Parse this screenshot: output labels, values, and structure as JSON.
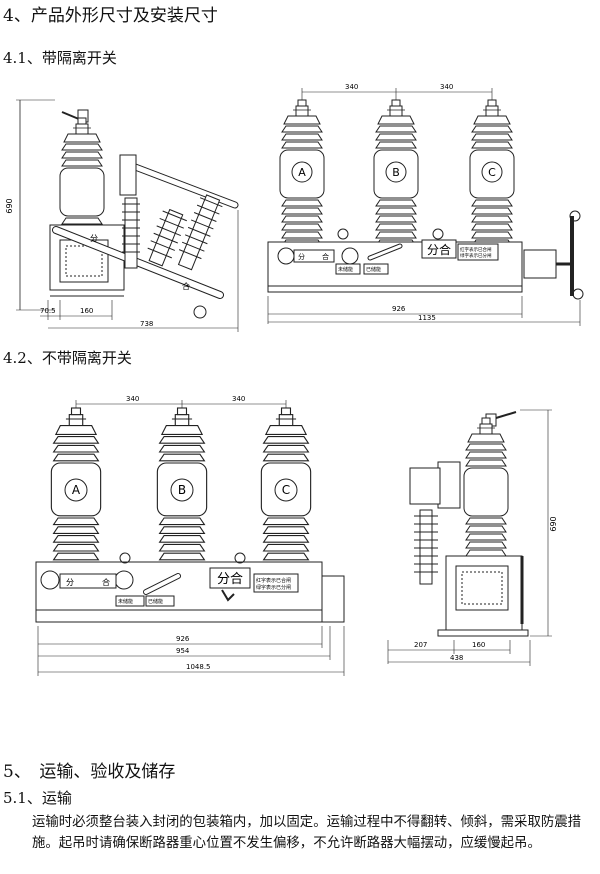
{
  "sections": {
    "s4_title": "4、产品外形尺寸及安装尺寸",
    "s41_title": "4.1、带隔离开关",
    "s42_title": "4.2、不带隔离开关",
    "s5_title": "5、　运输、验收及储存",
    "s51_title": "5.1、运输",
    "s51_body": "运输时必须整台装入封闭的包装箱内，加以固定。运输过程中不得翻转、倾斜，需采取防震措施。起吊时请确保断路器重心位置不发生偏移，不允许断路器大幅摆动，应缓慢起吊。"
  },
  "fig1": {
    "side_dims": {
      "height": "690",
      "d1": "70.5",
      "d2": "160",
      "total": "738"
    },
    "front_dims": {
      "top1": "340",
      "top2": "340",
      "inner": "926",
      "overall": "1135"
    },
    "phases": [
      "A",
      "B",
      "C"
    ],
    "panel": {
      "label": "分合",
      "fen": "分",
      "he": "合",
      "note1": "红字表示已合闸",
      "note2": "绿字表示已分闸",
      "ind1": "未储能",
      "ind2": "已储能"
    }
  },
  "fig2": {
    "front_dims": {
      "top1": "340",
      "top2": "340",
      "d1": "926",
      "d2": "954",
      "d3": "1048.5"
    },
    "side_dims": {
      "height": "690",
      "d1": "207",
      "d2": "160",
      "total": "438"
    },
    "phases": [
      "A",
      "B",
      "C"
    ],
    "panel": {
      "label": "分合",
      "fen": "分",
      "he": "合",
      "note1": "红字表示已合闸",
      "note2": "绿字表示已分闸",
      "ind1": "未储能",
      "ind2": "已储能"
    }
  }
}
